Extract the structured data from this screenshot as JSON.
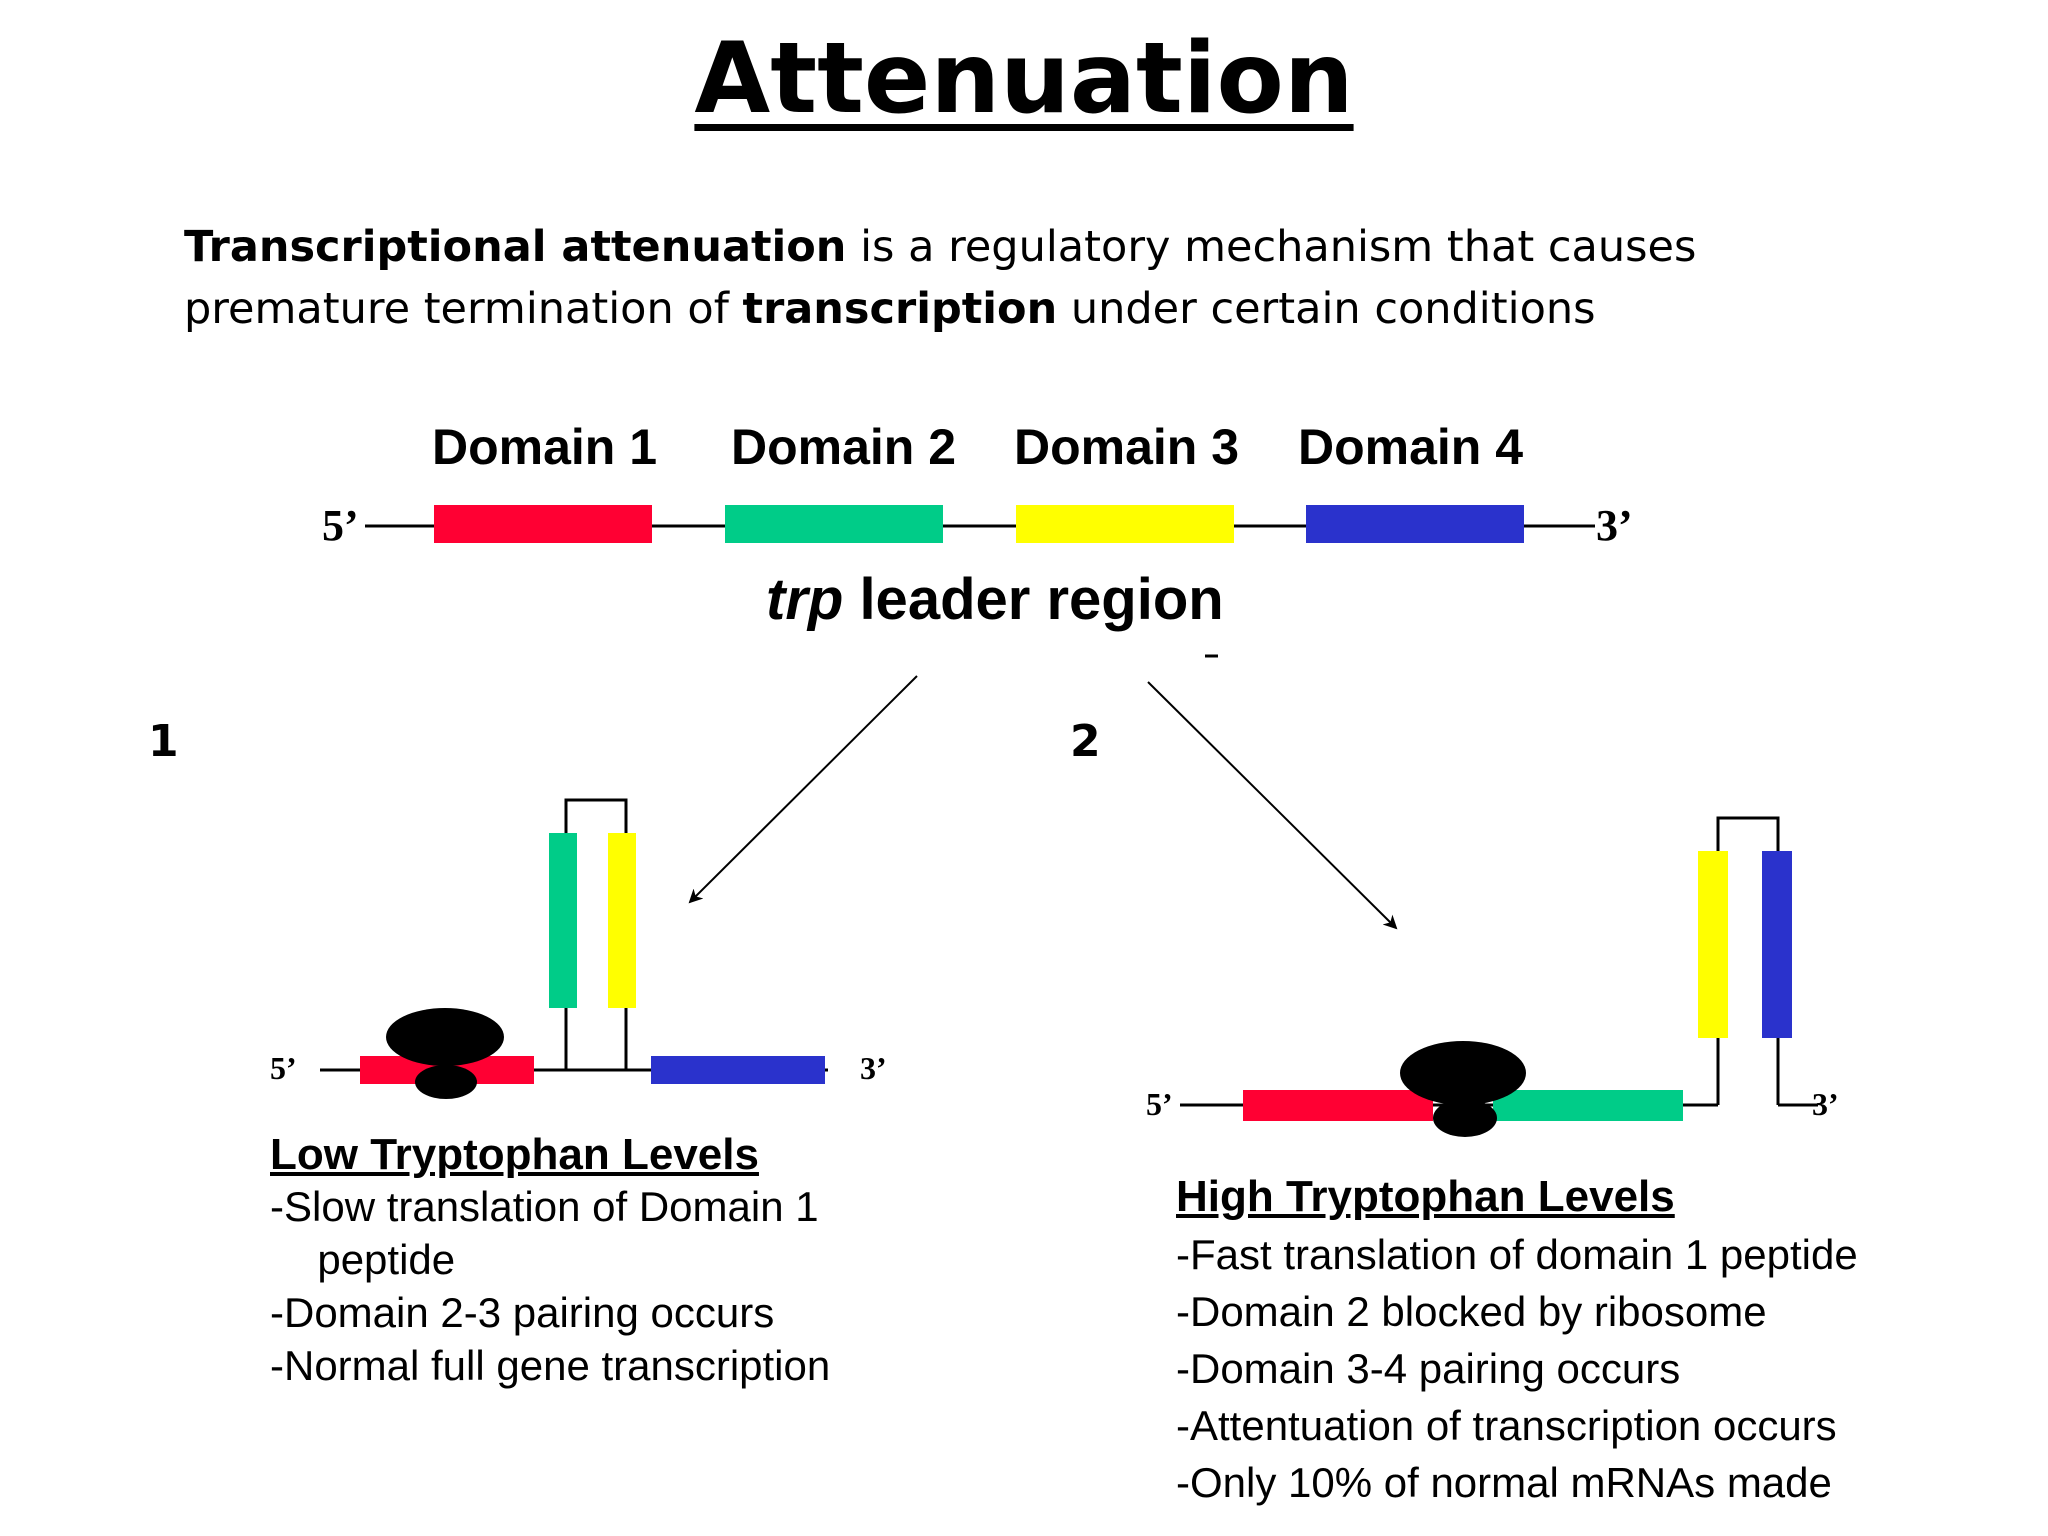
{
  "title": "Attenuation",
  "intro": {
    "term": "Transcriptional attenuation",
    "text1": " is a regulatory mechanism that causes",
    "text2": "premature termination of ",
    "term2": "transcription",
    "text3": " under certain conditions"
  },
  "domains": [
    {
      "label": "Domain 1",
      "color": "#ff0033"
    },
    {
      "label": "Domain 2",
      "color": "#00cc88"
    },
    {
      "label": "Domain 3",
      "color": "#ffff00"
    },
    {
      "label": "Domain 4",
      "color": "#2a32cc"
    }
  ],
  "ends": {
    "five": "5’",
    "three": "3’"
  },
  "leader": {
    "italic": "trp",
    "rest": " leader region"
  },
  "panel1": {
    "number": "1",
    "title": "Low Tryptophan Levels",
    "lines": [
      "-Slow translation of Domain 1",
      "  peptide",
      "-Domain 2-3 pairing occurs",
      "-Normal full gene transcription"
    ]
  },
  "panel2": {
    "number": "2",
    "title": "High Tryptophan Levels",
    "lines": [
      "-Fast translation of domain 1 peptide",
      "-Domain 2 blocked by ribosome",
      "-Domain 3-4 pairing occurs",
      "-Attentuation of transcription occurs",
      "-Only 10% of normal mRNAs made"
    ]
  }
}
